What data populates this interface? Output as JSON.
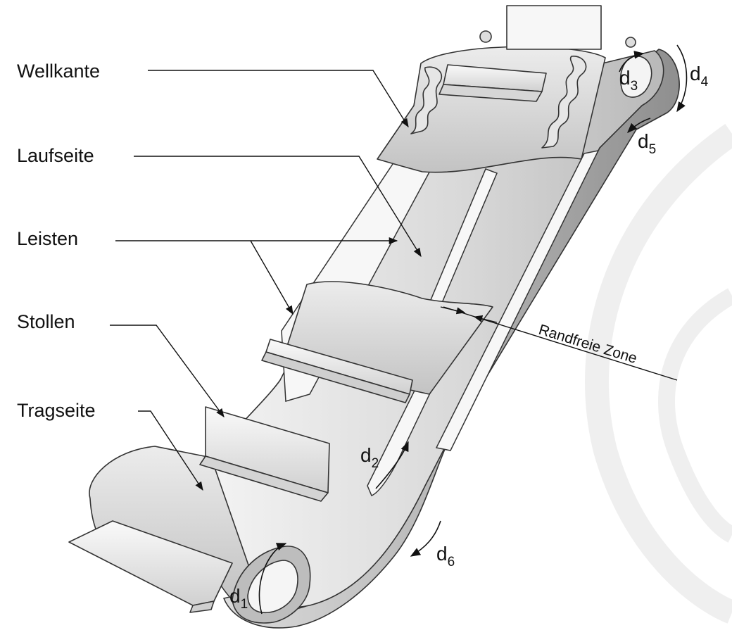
{
  "labels": {
    "wellkante": "Wellkante",
    "laufseite": "Laufseite",
    "leisten": "Leisten",
    "stollen": "Stollen",
    "tragseite": "Tragseite",
    "randfreie_zone": "Randfreie Zone"
  },
  "dimensions": {
    "d1": {
      "symbol": "d",
      "subscript": "1"
    },
    "d2": {
      "symbol": "d",
      "subscript": "2"
    },
    "d3": {
      "symbol": "d",
      "subscript": "3"
    },
    "d4": {
      "symbol": "d",
      "subscript": "4"
    },
    "d5": {
      "symbol": "d",
      "subscript": "5"
    },
    "d6": {
      "symbol": "d",
      "subscript": "6"
    }
  },
  "colors": {
    "belt_light": "#e9e9e9",
    "belt_mid": "#c9c9c9",
    "belt_dark": "#9a9a9a",
    "outline": "#333333",
    "watermark": "#ededed"
  }
}
